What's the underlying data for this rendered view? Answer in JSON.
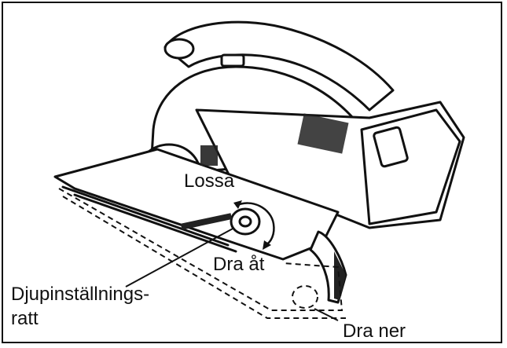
{
  "labels": {
    "loosen": "Lossa",
    "tighten": "Dra åt",
    "depth_knob_line1": "Djupinställnings-",
    "depth_knob_line2": "ratt",
    "pull_down": "Dra ner"
  },
  "colors": {
    "stroke": "#111111",
    "fill": "#ffffff",
    "shade": "#222222"
  },
  "icons": [
    "circular-saw-illustration",
    "curved-arrow-icon",
    "dashed-outline"
  ]
}
